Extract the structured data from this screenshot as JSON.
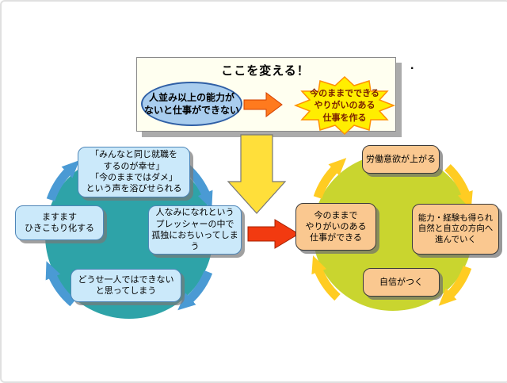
{
  "header": {
    "title": "ここを変える！",
    "ellipse_label": "人並み以上の能力が\nないと仕事ができない",
    "starburst_label": "今のままでできる\nやりがいのある\n仕事を作る"
  },
  "left_cycle": {
    "boxes": [
      "「みんなと同じ就職を\nするのが幸せ」\n「今のままではダメ」\nという声を浴びせられる",
      "ますます\nひきこもり化する",
      "人なみになれという\nプレッシャーの中で\n孤独におちいってしまう",
      "どうせ一人ではできない\nと思ってしまう"
    ]
  },
  "right_cycle": {
    "boxes": [
      "労働意欲が上がる",
      "今のままで\nやりがいのある\n仕事ができる",
      "能力・経験も得られ\n自然と自立の方向へ\n進んでいく",
      "自信がつく"
    ]
  },
  "decor": {
    "stray_dot": "."
  },
  "colors": {
    "left_circle": "#2EA3A8",
    "right_circle": "#C9D52F",
    "blue_box": "#CBE9FA",
    "orange_box": "#FAC890",
    "blue_arrow": "#4A9AD4",
    "yellow_arrow": "#FFCC22",
    "red_arrow": "#F23A10",
    "down_arrow": "#FFDF3A",
    "starburst": "#FFEE00",
    "ellipse": "#A9CDEE"
  }
}
